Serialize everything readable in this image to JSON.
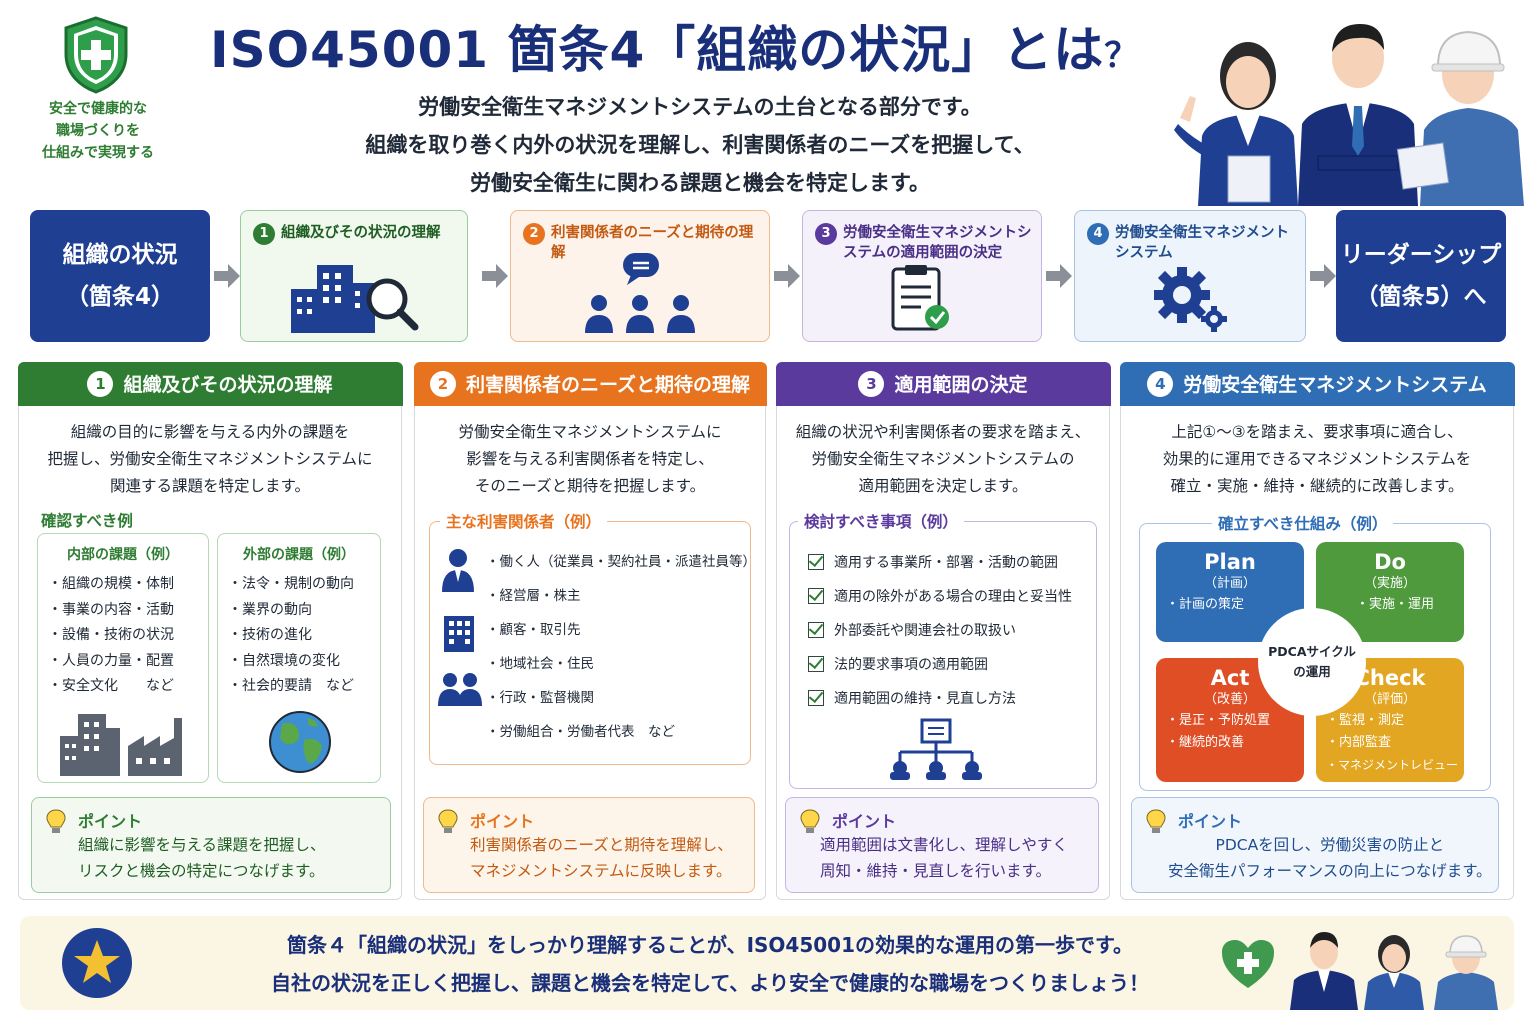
{
  "header": {
    "title_main": "ISO45001 箇条4「組織の状況」とは",
    "title_q": "？",
    "slogan": [
      "安全で健康的な",
      "職場づくりを",
      "仕組みで実現する"
    ],
    "subtitle": [
      "労働安全衛生マネジメントシステムの土台となる部分です。",
      "組織を取り巻く内外の状況を理解し、利害関係者のニーズを把握して、",
      "労働安全衛生に関わる課題と機会を特定します。"
    ]
  },
  "flow": {
    "start": [
      "組織の状況",
      "（箇条4）"
    ],
    "steps": [
      {
        "num": "1",
        "label": "組織及びその状況の理解"
      },
      {
        "num": "2",
        "label": "利害関係者のニーズと期待の理解"
      },
      {
        "num": "3",
        "label": "労働安全衛生マネジメントシステムの適用範囲の決定"
      },
      {
        "num": "4",
        "label": "労働安全衛生マネジメントシステム"
      }
    ],
    "end": [
      "リーダーシップ",
      "（箇条5）へ"
    ]
  },
  "col1": {
    "num": "1",
    "title": "組織及びその状況の理解",
    "desc": [
      "組織の目的に影響を与える内外の課題を",
      "把握し、労働安全衛生マネジメントシステムに",
      "関連する課題を特定します。"
    ],
    "subhead": "確認すべき例",
    "internal": {
      "title": "内部の課題（例）",
      "items": [
        "・組織の規模・体制",
        "・事業の内容・活動",
        "・設備・技術の状況",
        "・人員の力量・配置",
        "・安全文化　　など"
      ]
    },
    "external": {
      "title": "外部の課題（例）",
      "items": [
        "・法令・規制の動向",
        "・業界の動向",
        "・技術の進化",
        "・自然環境の変化",
        "・社会的要請　など"
      ]
    },
    "point_title": "ポイント",
    "point": [
      "組織に影響を与える課題を把握し、",
      "リスクと機会の特定につなげます。"
    ]
  },
  "col2": {
    "num": "2",
    "title": "利害関係者のニーズと期待の理解",
    "desc": [
      "労働安全衛生マネジメントシステムに",
      "影響を与える利害関係者を特定し、",
      "そのニーズと期待を把握します。"
    ],
    "subhead": "主な利害関係者（例）",
    "items": [
      "・働く人（従業員・契約社員・派遣社員等）",
      "・経営層・株主",
      "・顧客・取引先",
      "・地域社会・住民",
      "・行政・監督機関",
      "・労働組合・労働者代表　など"
    ],
    "point_title": "ポイント",
    "point": [
      "利害関係者のニーズと期待を理解し、",
      "マネジメントシステムに反映します。"
    ]
  },
  "col3": {
    "num": "3",
    "title": "適用範囲の決定",
    "desc": [
      "組織の状況や利害関係者の要求を踏まえ、",
      "労働安全衛生マネジメントシステムの",
      "適用範囲を決定します。"
    ],
    "subhead": "検討すべき事項（例）",
    "items": [
      "適用する事業所・部署・活動の範囲",
      "適用の除外がある場合の理由と妥当性",
      "外部委託や関連会社の取扱い",
      "法的要求事項の適用範囲",
      "適用範囲の維持・見直し方法"
    ],
    "point_title": "ポイント",
    "point": [
      "適用範囲は文書化し、理解しやすく",
      "周知・維持・見直しを行います。"
    ]
  },
  "col4": {
    "num": "4",
    "title": "労働安全衛生マネジメントシステム",
    "desc": [
      "上記①～③を踏まえ、要求事項に適合し、",
      "効果的に運用できるマネジメントシステムを",
      "確立・実施・維持・継続的に改善します。"
    ],
    "subhead": "確立すべき仕組み（例）",
    "pdca": {
      "plan": {
        "en": "Plan",
        "jp": "（計画）",
        "items": [
          "・計画の策定"
        ]
      },
      "do": {
        "en": "Do",
        "jp": "（実施）",
        "items": [
          "・実施・運用"
        ]
      },
      "act": {
        "en": "Act",
        "jp": "（改善）",
        "items": [
          "・是正・予防処置",
          "・継続的改善"
        ]
      },
      "check": {
        "en": "Check",
        "jp": "（評価）",
        "items": [
          "・監視・測定",
          "・内部監査",
          "・マネジメントレビュー"
        ]
      },
      "center": [
        "PDCAサイクル",
        "の運用"
      ]
    },
    "point_title": "ポイント",
    "point": [
      "PDCAを回し、労働災害の防止と",
      "安全衛生パフォーマンスの向上につなげます。"
    ]
  },
  "footer": [
    "箇条４「組織の状況」をしっかり理解することが、ISO45001の効果的な運用の第一歩です。",
    "自社の状況を正しく把握し、課題と機会を特定して、より安全で健康的な職場をつくりましょう！"
  ],
  "colors": {
    "navy": "#1f3f93",
    "green": "#2e7d32",
    "orange": "#e8731f",
    "purple": "#5b3a9e",
    "blue": "#2f6db5"
  }
}
